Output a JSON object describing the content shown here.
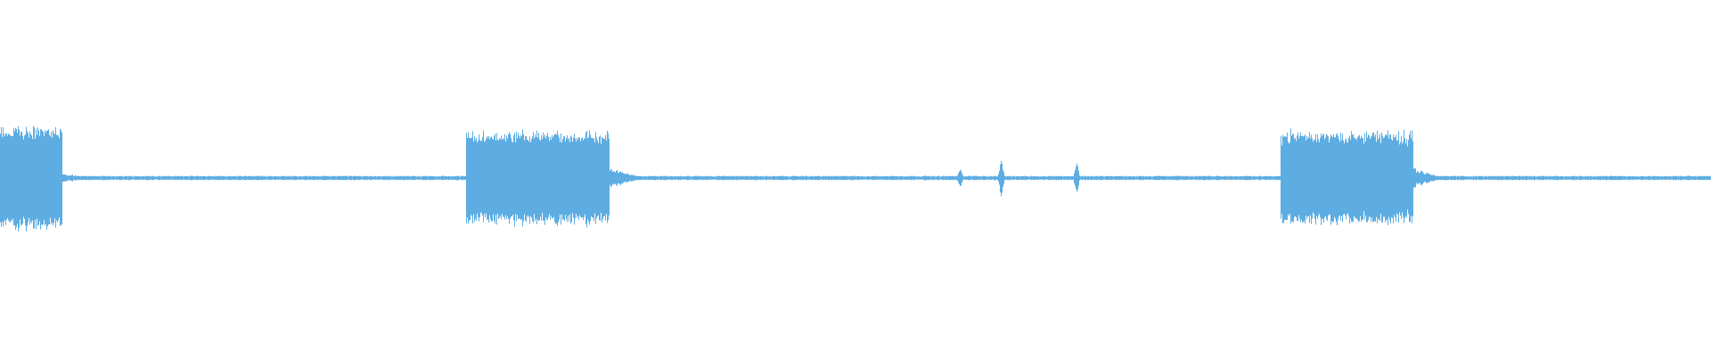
{
  "waveform": {
    "color": "#5dade2",
    "background": "#ffffff",
    "baseline_amplitude": 0.004,
    "noise_floor": 0.0025,
    "segments": [
      {
        "start": 0.0,
        "end": 0.036,
        "amplitude": 0.145
      },
      {
        "start": 0.272,
        "end": 0.356,
        "amplitude": 0.13
      },
      {
        "start": 0.748,
        "end": 0.826,
        "amplitude": 0.13
      }
    ],
    "decay_tails": [
      {
        "start": 0.034,
        "end": 0.058,
        "amplitude": 0.014
      },
      {
        "start": 0.355,
        "end": 0.377,
        "amplitude": 0.03
      },
      {
        "start": 0.825,
        "end": 0.844,
        "amplitude": 0.028
      }
    ],
    "transients": [
      {
        "pos": 0.561,
        "amplitude": 0.035
      },
      {
        "pos": 0.585,
        "amplitude": 0.06
      },
      {
        "pos": 0.629,
        "amplitude": 0.055
      }
    ]
  }
}
